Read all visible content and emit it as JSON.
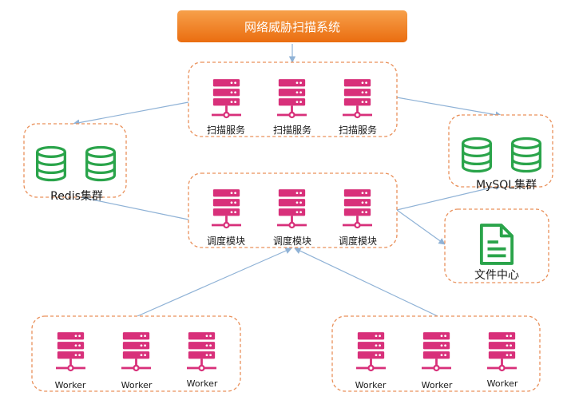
{
  "title": "网络威胁扫描系统",
  "colors": {
    "title_bar": "#f07c22",
    "server": "#d8307a",
    "database": "#2aa44a",
    "file": "#2aa44a",
    "border": "#e9905a",
    "arrow": "#8fb2d6"
  },
  "icons": {
    "server": "server-icon",
    "database": "database-icon",
    "file": "document-icon"
  },
  "scan_services": {
    "labels": [
      "扫描服务",
      "扫描服务",
      "扫描服务"
    ]
  },
  "redis": {
    "label": "Redis集群"
  },
  "mysql": {
    "label": "MySQL集群"
  },
  "scheduler": {
    "labels": [
      "调度模块",
      "调度模块",
      "调度模块"
    ]
  },
  "file_center": {
    "label": "文件中心"
  },
  "workers_left": {
    "labels": [
      "Worker",
      "Worker",
      "Worker"
    ]
  },
  "workers_right": {
    "labels": [
      "Worker",
      "Worker",
      "Worker"
    ]
  }
}
